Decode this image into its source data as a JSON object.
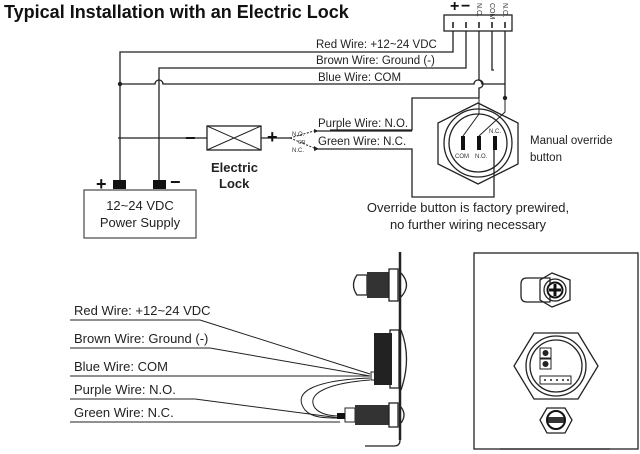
{
  "title": "Typical Installation with an Electric Lock",
  "terminal_block": {
    "labels": [
      "+",
      "−",
      "N.C.",
      "COM",
      "N.O."
    ]
  },
  "top_wires": [
    {
      "label": "Red Wire: +12~24 VDC",
      "color": "red"
    },
    {
      "label": "Brown Wire: Ground (-)",
      "color": "brown"
    },
    {
      "label": "Blue Wire: COM",
      "color": "blue"
    }
  ],
  "switch_wires": [
    {
      "label": "Purple Wire: N.O.",
      "color": "purple"
    },
    {
      "label": "Green Wire: N.C.",
      "color": "green"
    }
  ],
  "electric_lock": {
    "label_line1": "Electric",
    "label_line2": "Lock",
    "minus": "−",
    "plus": "+",
    "switch_no": "N.O.",
    "switch_or": "OR",
    "switch_nc": "N.C."
  },
  "power_supply": {
    "line1": "12~24 VDC",
    "line2": "Power Supply",
    "plus": "+",
    "minus": "−"
  },
  "override_button": {
    "label_line1": "Manual override",
    "label_line2": "button",
    "pin_com": "COM",
    "pin_no": "N.O.",
    "pin_nc": "N.C."
  },
  "note": {
    "line1": "Override button is factory prewired,",
    "line2": "no further wiring necessary"
  },
  "side_view_wires": [
    "Red Wire: +12~24 VDC",
    "Brown Wire: Ground (-)",
    "Blue Wire: COM",
    "Purple Wire: N.O.",
    "Green Wire: N.C."
  ]
}
